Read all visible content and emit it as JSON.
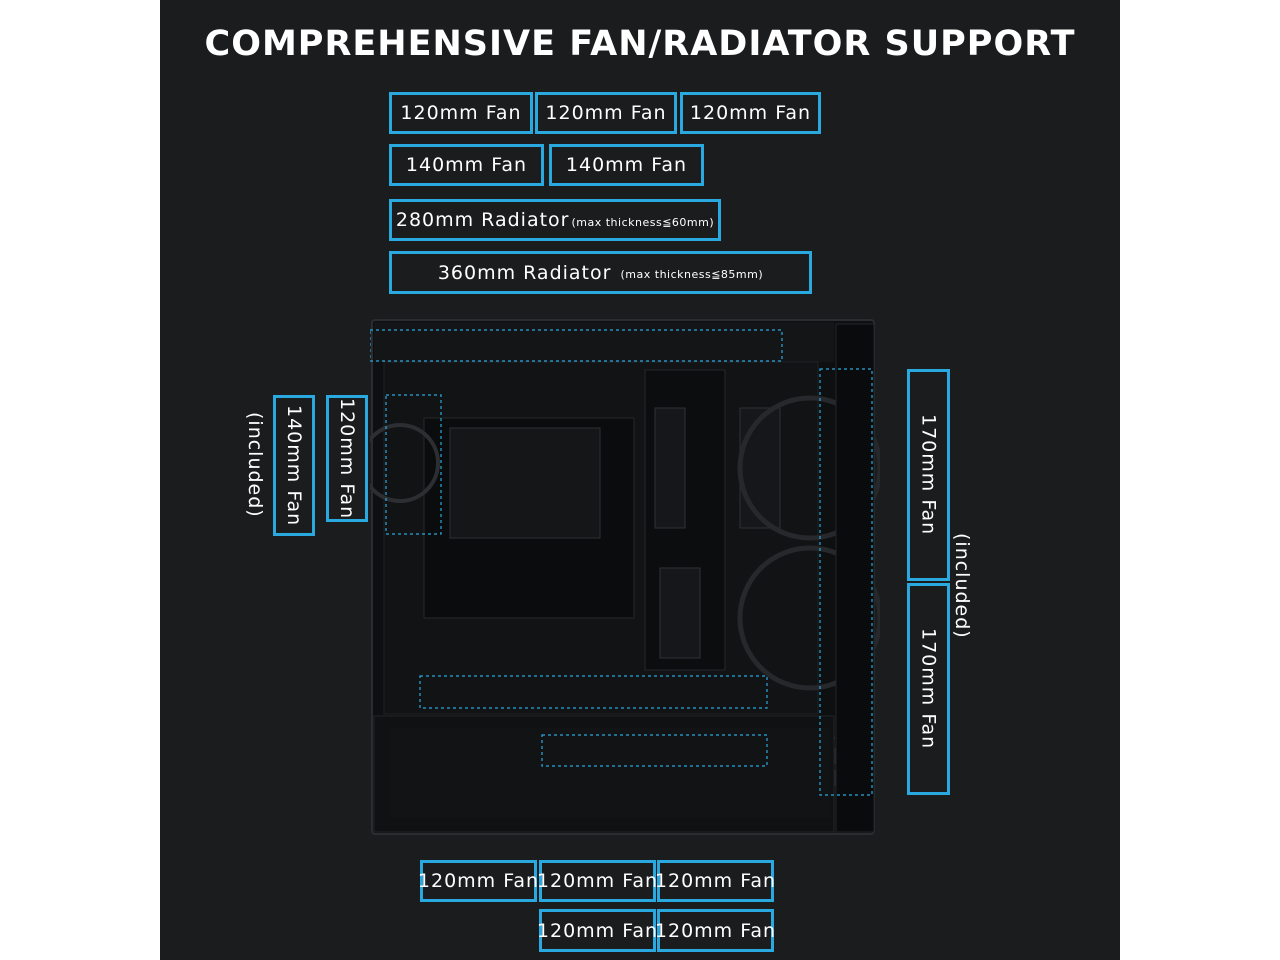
{
  "title": "COMPREHENSIVE FAN/RADIATOR SUPPORT",
  "top": {
    "row1": [
      "120mm Fan",
      "120mm Fan",
      "120mm Fan"
    ],
    "row2": [
      "140mm Fan",
      "140mm Fan"
    ],
    "radiator_280": {
      "label": "280mm Radiator",
      "note": "(max thickness≦60mm)"
    },
    "radiator_360": {
      "label": "360mm Radiator",
      "note": "(max thickness≦85mm)"
    }
  },
  "rear": {
    "fan_120": "120mm Fan",
    "fan_140": "140mm Fan",
    "included": "(included)"
  },
  "front": {
    "fan_upper": "170mm Fan",
    "fan_lower": "170mm Fan",
    "included": "(included)"
  },
  "bottom": {
    "row1": [
      "120mm Fan",
      "120mm Fan",
      "120mm Fan"
    ],
    "row2": [
      "120mm Fan",
      "120mm Fan"
    ]
  },
  "colors": {
    "background": "#1b1c1e",
    "accent": "#29a9e0",
    "text": "#ffffff"
  }
}
